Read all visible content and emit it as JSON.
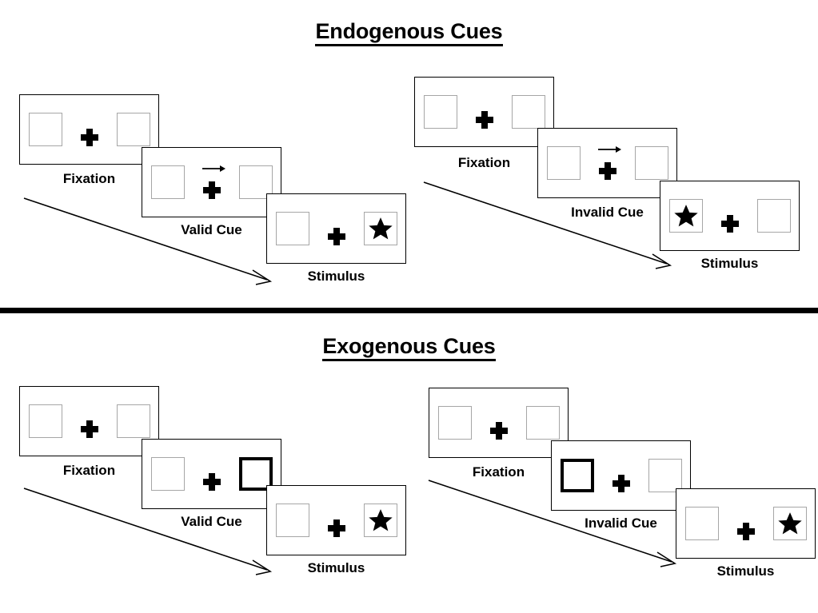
{
  "sections": [
    {
      "id": "endogenous",
      "title": "Endogenous Cues",
      "conditions": [
        {
          "id": "endogenous-valid",
          "cue_type": "arrow",
          "cue_label": "Valid Cue",
          "cue_direction": "right",
          "cue_side": "right",
          "target_side": "right",
          "frames": [
            {
              "name": "fixation",
              "label": "Fixation"
            },
            {
              "name": "cue",
              "label": "Valid Cue"
            },
            {
              "name": "stimulus",
              "label": "Stimulus"
            }
          ]
        },
        {
          "id": "endogenous-invalid",
          "cue_type": "arrow",
          "cue_label": "Invalid Cue",
          "cue_direction": "right",
          "cue_side": "right",
          "target_side": "left",
          "frames": [
            {
              "name": "fixation",
              "label": "Fixation"
            },
            {
              "name": "cue",
              "label": "Invalid Cue"
            },
            {
              "name": "stimulus",
              "label": "Stimulus"
            }
          ]
        }
      ]
    },
    {
      "id": "exogenous",
      "title": "Exogenous Cues",
      "conditions": [
        {
          "id": "exogenous-valid",
          "cue_type": "box-highlight",
          "cue_label": "Valid Cue",
          "cue_side": "right",
          "target_side": "right",
          "frames": [
            {
              "name": "fixation",
              "label": "Fixation"
            },
            {
              "name": "cue",
              "label": "Valid Cue"
            },
            {
              "name": "stimulus",
              "label": "Stimulus"
            }
          ]
        },
        {
          "id": "exogenous-invalid",
          "cue_type": "box-highlight",
          "cue_label": "Invalid Cue",
          "cue_side": "left",
          "target_side": "right",
          "frames": [
            {
              "name": "fixation",
              "label": "Fixation"
            },
            {
              "name": "cue",
              "label": "Invalid Cue"
            },
            {
              "name": "stimulus",
              "label": "Stimulus"
            }
          ]
        }
      ]
    }
  ],
  "labels": {
    "title_endogenous": "Endogenous Cues",
    "title_exogenous": "Exogenous Cues",
    "fixation": "Fixation",
    "valid_cue": "Valid Cue",
    "invalid_cue": "Invalid Cue",
    "stimulus": "Stimulus"
  },
  "icons": {
    "fixation_cross": "fixation-cross-icon",
    "arrow_cue": "arrow-right-cue-icon",
    "star_target": "star-target-icon",
    "time_arrow": "time-progression-arrow-icon"
  },
  "colors": {
    "frame_border": "#000000",
    "box_border": "#a6a6a6",
    "cued_box_border": "#000000",
    "ink": "#000000",
    "background": "#ffffff"
  }
}
